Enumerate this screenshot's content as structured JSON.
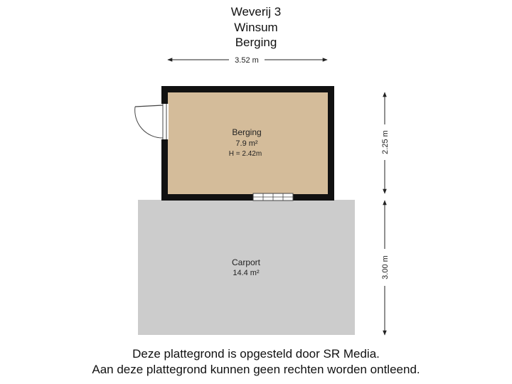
{
  "header": {
    "line1": "Weverij 3",
    "line2": "Winsum",
    "line3": "Berging"
  },
  "rooms": {
    "berging": {
      "name": "Berging",
      "area": "7.9 m²",
      "height": "H = 2.42m"
    },
    "carport": {
      "name": "Carport",
      "area": "14.4 m²"
    }
  },
  "dimensions": {
    "width_top": "3.52 m",
    "height_berging": "2.25 m",
    "height_carport": "3.00 m"
  },
  "footer": {
    "line1": "Deze plattegrond is opgesteld door SR Media.",
    "line2": "Aan deze plattegrond kunnen geen rechten worden ontleend."
  },
  "colors": {
    "berging_floor": "#d4bc9a",
    "carport_floor": "#cccccc",
    "wall": "#111111"
  }
}
